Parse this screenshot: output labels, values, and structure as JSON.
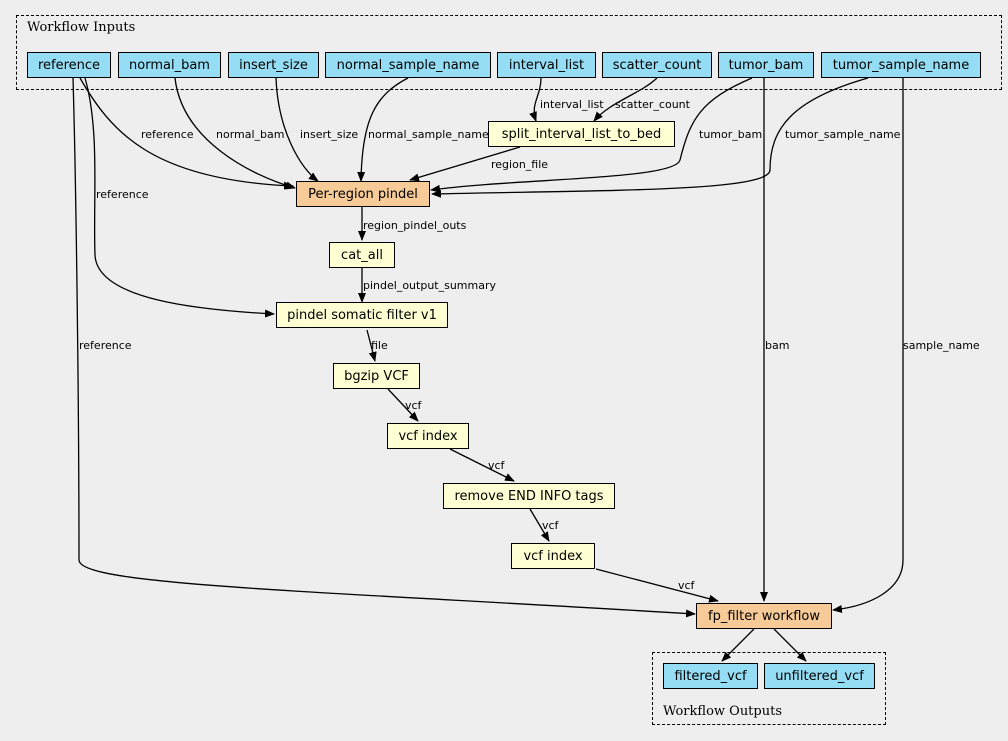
{
  "clusters": {
    "inputs_label": "Workflow Inputs",
    "outputs_label": "Workflow Outputs"
  },
  "inputs": {
    "reference": "reference",
    "normal_bam": "normal_bam",
    "insert_size": "insert_size",
    "normal_sample_name": "normal_sample_name",
    "interval_list": "interval_list",
    "scatter_count": "scatter_count",
    "tumor_bam": "tumor_bam",
    "tumor_sample_name": "tumor_sample_name"
  },
  "steps": {
    "split": "split_interval_list_to_bed",
    "per_region_pindel": "Per-region pindel",
    "cat_all": "cat_all",
    "somatic_filter": "pindel somatic filter v1",
    "bgzip": "bgzip VCF",
    "vcf_index_1": "vcf index",
    "remove_end": "remove END INFO tags",
    "vcf_index_2": "vcf index",
    "fp_filter": "fp_filter workflow"
  },
  "outputs": {
    "filtered_vcf": "filtered_vcf",
    "unfiltered_vcf": "unfiltered_vcf"
  },
  "edge_labels": {
    "interval_list": "interval_list",
    "scatter_count": "scatter_count",
    "reference_pindel": "reference",
    "normal_bam": "normal_bam",
    "insert_size": "insert_size",
    "normal_sample_name": "normal_sample_name",
    "tumor_bam": "tumor_bam",
    "tumor_sample_name": "tumor_sample_name",
    "region_file": "region_file",
    "region_pindel_outs": "region_pindel_outs",
    "reference_filter": "reference",
    "pindel_output_summary": "pindel_output_summary",
    "file": "file",
    "vcf_1": "vcf",
    "vcf_2": "vcf",
    "vcf_3": "vcf",
    "vcf_4": "vcf",
    "reference_fp": "reference",
    "bam": "bam",
    "sample_name": "sample_name"
  },
  "colors": {
    "background": "#eeeeee",
    "input_fill": "#94ddf4",
    "step_fill": "#ffffd4",
    "subworkflow_fill": "#f7cb98"
  }
}
